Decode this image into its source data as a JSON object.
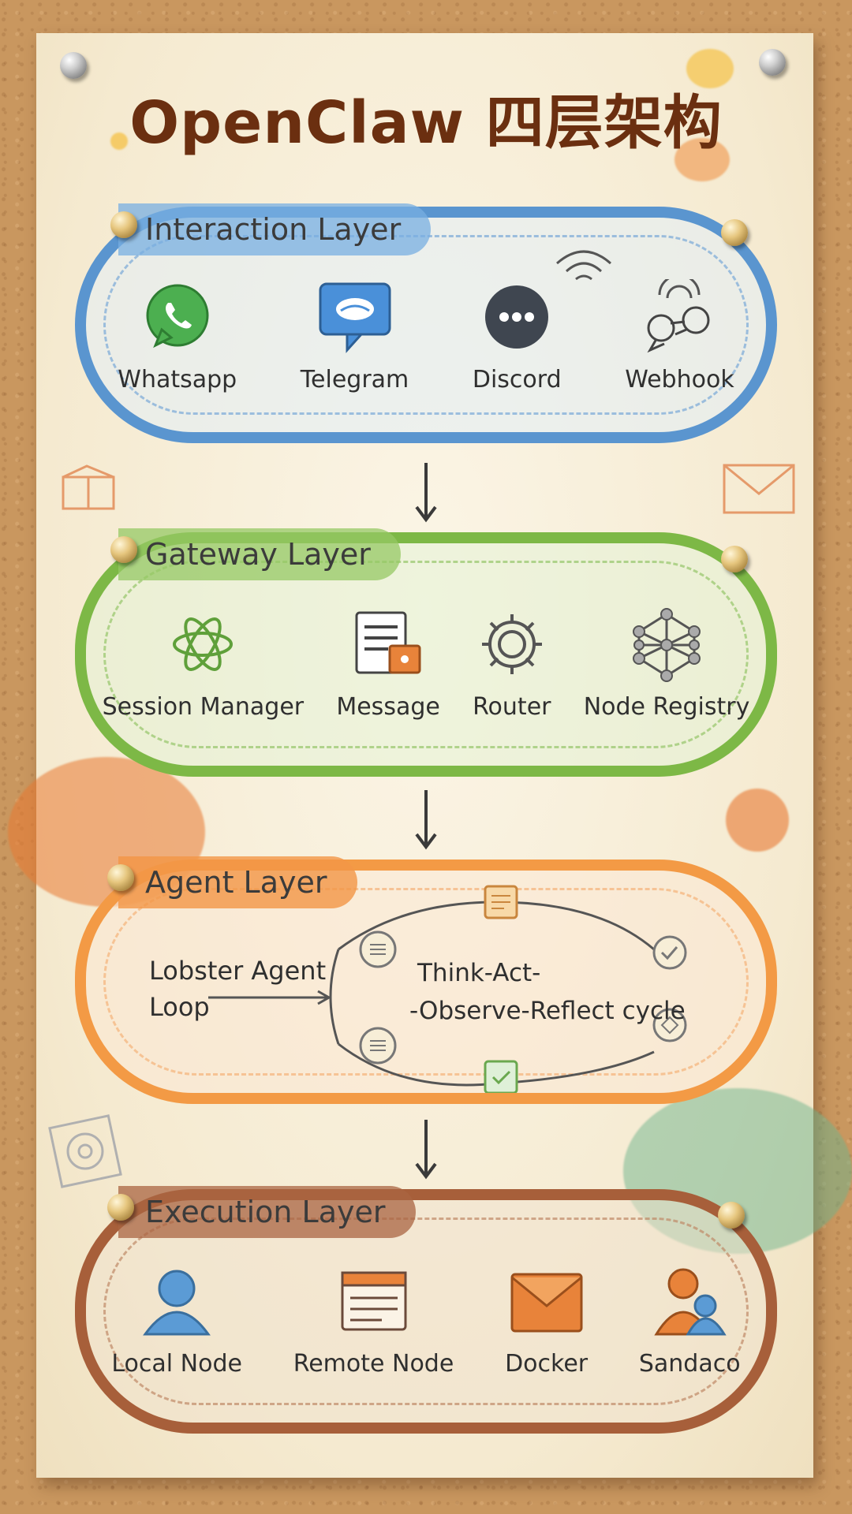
{
  "title": "OpenClaw 四层架构",
  "layers": [
    {
      "label": "Interaction Layer",
      "color": "#4f8fc9",
      "items": [
        {
          "icon": "whatsapp-icon",
          "label": "Whatsapp"
        },
        {
          "icon": "telegram-icon",
          "label": "Telegram"
        },
        {
          "icon": "discord-icon",
          "label": "Discord"
        },
        {
          "icon": "webhook-icon",
          "label": "Webhook"
        }
      ]
    },
    {
      "label": "Gateway Layer",
      "color": "#76b340",
      "items": [
        {
          "icon": "session-manager-icon",
          "label": "Session Manager"
        },
        {
          "icon": "message-icon",
          "label": "Message"
        },
        {
          "icon": "router-gear-icon",
          "label": "Router"
        },
        {
          "icon": "node-registry-icon",
          "label": "Node Registry"
        }
      ]
    },
    {
      "label": "Agent Layer",
      "color": "#f0933a",
      "loop_label_line1": "Lobster Agent",
      "loop_label_line2": "Loop",
      "cycle_line1": "Think-Act-",
      "cycle_line2": "-Observe-Reflect cycle"
    },
    {
      "label": "Execution Layer",
      "color": "#a35a35",
      "items": [
        {
          "icon": "local-node-icon",
          "label": "Local Node"
        },
        {
          "icon": "remote-node-icon",
          "label": "Remote Node"
        },
        {
          "icon": "docker-icon",
          "label": "Docker"
        },
        {
          "icon": "sandbox-icon",
          "label": "Sandaco"
        }
      ]
    }
  ]
}
